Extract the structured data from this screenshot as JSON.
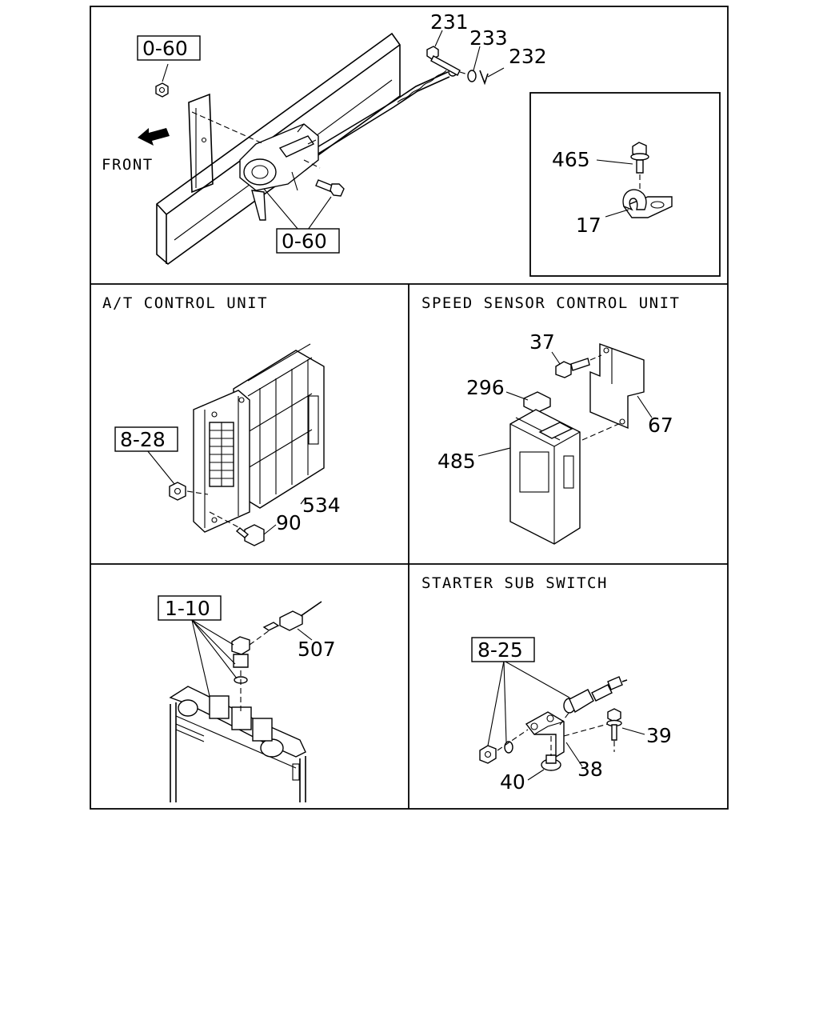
{
  "panels": {
    "top": {
      "labels": {
        "front": "FRONT",
        "ref_top": "0-60",
        "ref_bottom": "0-60",
        "p231": "231",
        "p233": "233",
        "p232": "232",
        "p465": "465",
        "p17": "17"
      }
    },
    "at_control": {
      "title": "A/T CONTROL UNIT",
      "labels": {
        "ref": "8-28",
        "p534": "534",
        "p90": "90"
      }
    },
    "speed_sensor": {
      "title": "SPEED SENSOR CONTROL UNIT",
      "labels": {
        "p37": "37",
        "p296": "296",
        "p485": "485",
        "p67": "67"
      }
    },
    "radiator": {
      "labels": {
        "ref": "1-10",
        "p507": "507"
      }
    },
    "starter": {
      "title": "STARTER SUB SWITCH",
      "labels": {
        "ref": "8-25",
        "p39": "39",
        "p38": "38",
        "p40": "40"
      }
    }
  }
}
